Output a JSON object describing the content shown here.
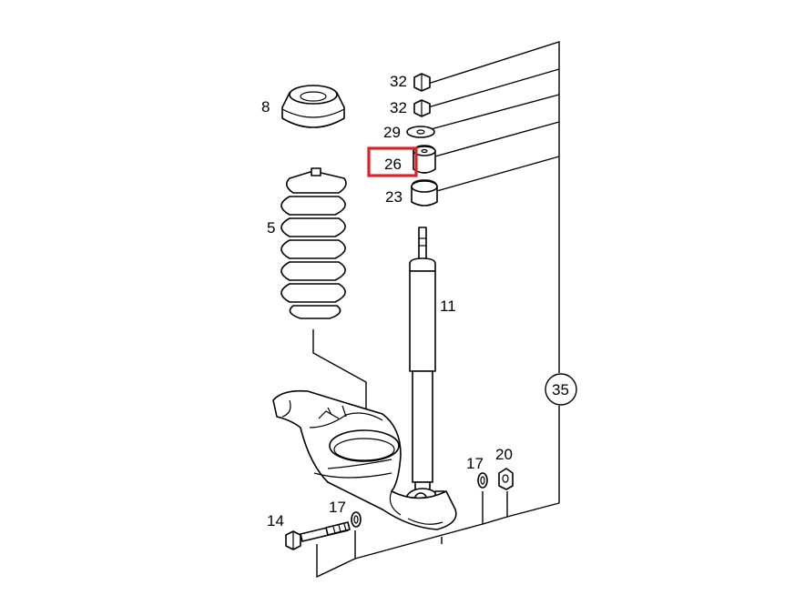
{
  "callouts": {
    "p32a": "32",
    "p32b": "32",
    "p29": "29",
    "p26": "26",
    "p23": "23",
    "p8": "8",
    "p5": "5",
    "p11": "11",
    "p35": "35",
    "p17a": "17",
    "p20": "20",
    "p14": "14",
    "p17b": "17"
  },
  "highlight": {
    "part": "26",
    "color": "#e31e24"
  }
}
